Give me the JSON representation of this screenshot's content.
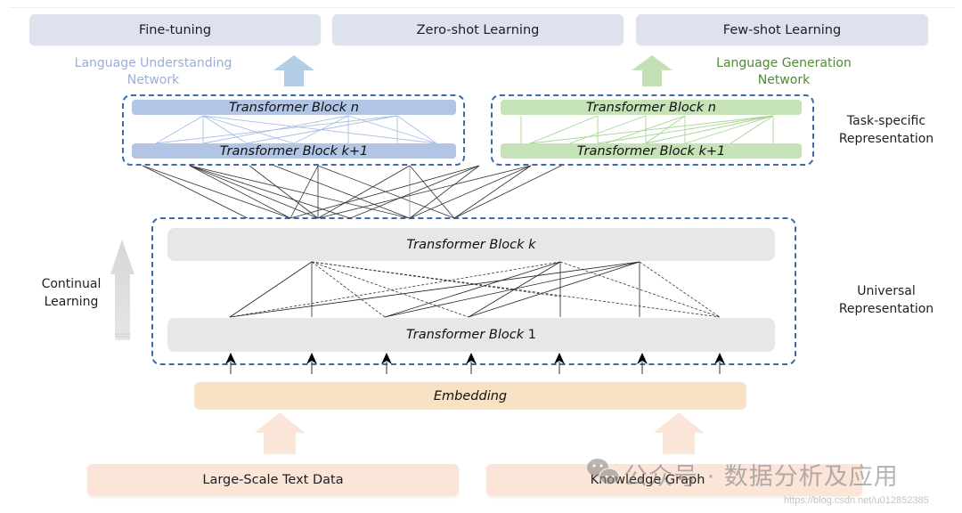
{
  "top_tasks": [
    {
      "label": "Fine-tuning"
    },
    {
      "label": "Zero-shot Learning"
    },
    {
      "label": "Few-shot Learning"
    }
  ],
  "networks": {
    "understanding": {
      "label_line1": "Language Understanding",
      "label_line2": "Network",
      "top_block": {
        "prefix": "Transformer Block ",
        "suffix": "n"
      },
      "bottom_block": {
        "prefix": "Transformer Block ",
        "suffix": "k+1"
      },
      "color": "#b3c5e5",
      "arrow_color": "#b3cde4"
    },
    "generation": {
      "label_line1": "Language Generation",
      "label_line2": "Network",
      "top_block": {
        "prefix": "Transformer Block ",
        "suffix": "n"
      },
      "bottom_block": {
        "prefix": "Transformer Block ",
        "suffix": "k+1"
      },
      "color": "#c6e2b7",
      "arrow_color": "#c5e0b4"
    }
  },
  "side_labels": {
    "task_specific_line1": "Task-specific",
    "task_specific_line2": "Representation",
    "universal_line1": "Universal",
    "universal_line2": "Representation",
    "continual_line1": "Continual",
    "continual_line2": "Learning"
  },
  "universal": {
    "top_block": {
      "prefix": "Transformer Block ",
      "suffix": "k"
    },
    "bottom_block": {
      "prefix": "Transformer Block ",
      "suffix": "1"
    }
  },
  "embedding": {
    "label": "Embedding"
  },
  "sources": [
    {
      "label": "Large-Scale Text Data"
    },
    {
      "label": "Knowledge Graph"
    }
  ],
  "colors": {
    "dashed_border": "#3d6ba8",
    "top_box": "#dde2ee",
    "gray_block": "#e8e7e8",
    "embedding": "#f8e2c3",
    "source": "#fbe4d8"
  },
  "watermark": {
    "text": "公众号 · 数据分析及应用",
    "url": "https://blog.csdn.net/u012852385"
  }
}
